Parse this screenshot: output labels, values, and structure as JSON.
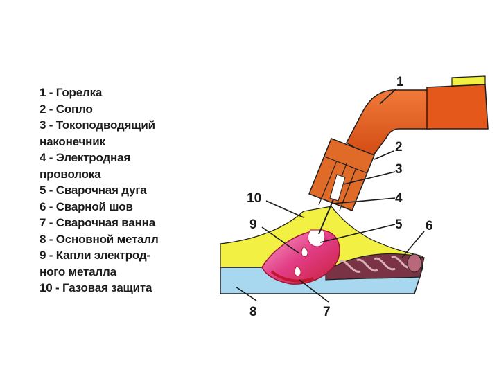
{
  "legend": [
    "1 - Горелка",
    "2 - Сопло",
    "3 - Токоподводящий",
    "наконечник",
    "4 - Электродная",
    "проволока",
    "5 - Сварочная дуга",
    "6 - Сварной шов",
    "7 - Сварочная ванна",
    "8 - Основной металл",
    "9 - Капли  электрод-",
    "ного  металла",
    "10 - Газовая защита"
  ],
  "callouts": {
    "n1": "1",
    "n2": "2",
    "n3": "3",
    "n4": "4",
    "n5": "5",
    "n6": "6",
    "n7": "7",
    "n8": "8",
    "n9": "9",
    "n10": "10"
  },
  "colors": {
    "torch": "#e4591b",
    "torch_dark": "#b23a10",
    "nozzle": "#e06a28",
    "gas_shield": "#f3f044",
    "base_metal": "#a8d8f0",
    "weld_pool": "#e0307a",
    "weld_seam": "#8a3b4c",
    "arc_bright": "#ffffff"
  }
}
